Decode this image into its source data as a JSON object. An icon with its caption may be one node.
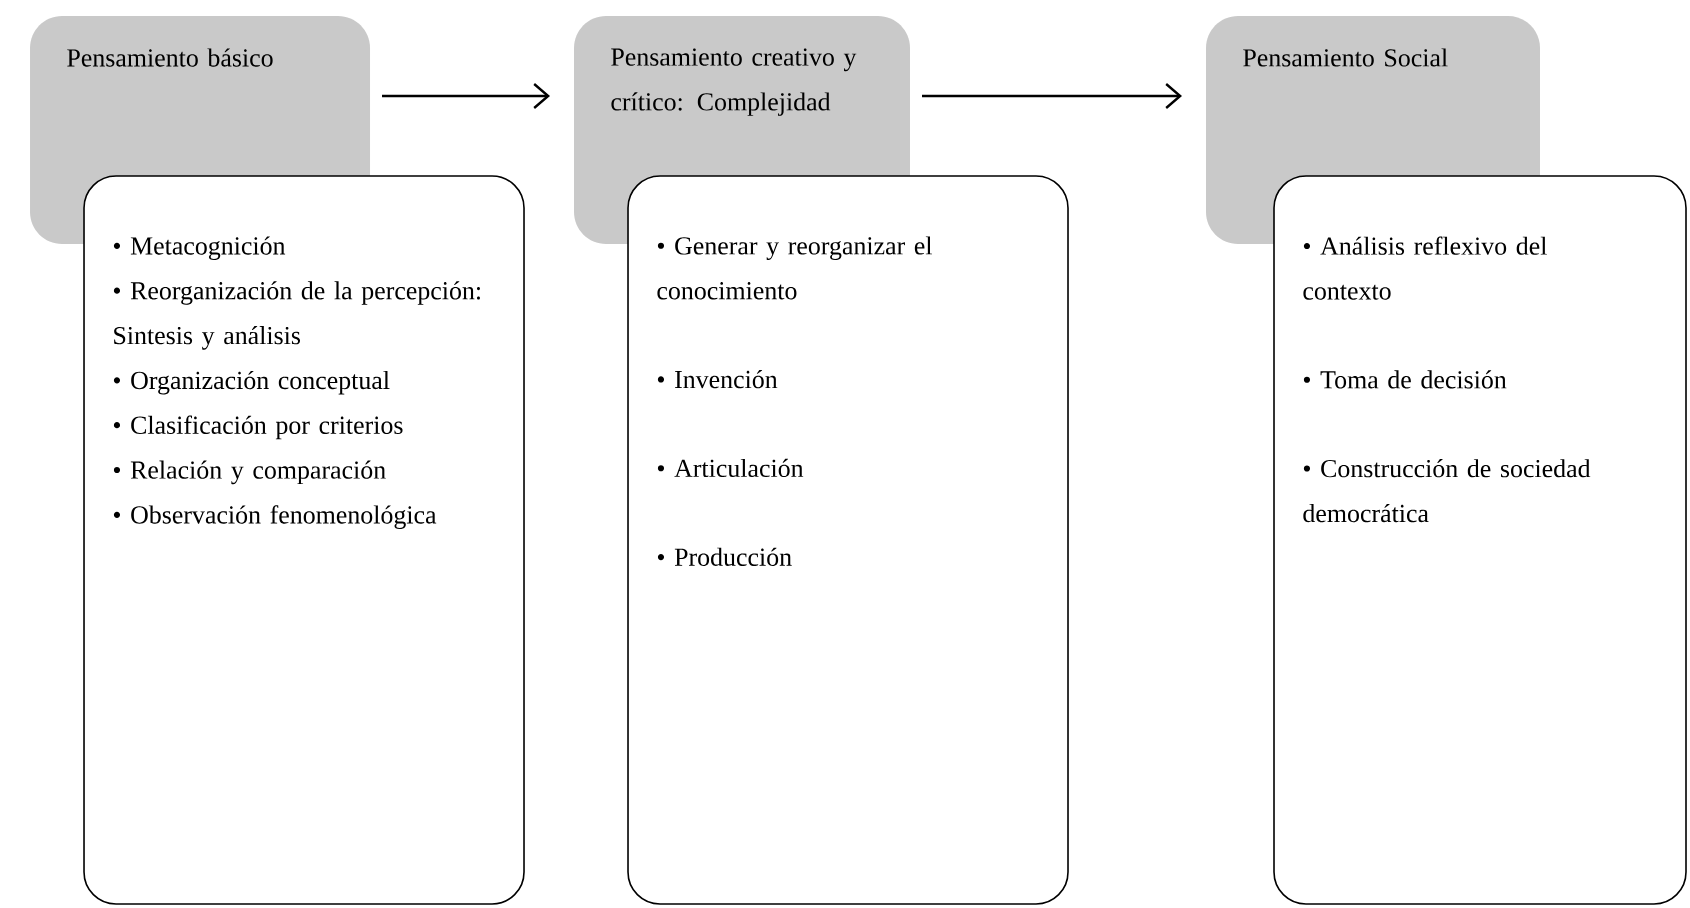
{
  "diagram": {
    "nodes": [
      {
        "text": [
          "Pensamiento básico"
        ]
      },
      {
        "text": [
          "• Metacognición",
          "• Reorganización de la percepción: Sintesis y análisis",
          "• Organización conceptual",
          "• Clasificación por criterios",
          "• Relación y comparación",
          "• Observación fenomenológica"
        ]
      },
      {
        "text": [
          "Pensamiento creativo y crítico: Complejidad"
        ]
      },
      {
        "text": [
          "• Generar y reorganizar el conocimiento",
          "• Invención",
          "• Articulación",
          "• Producción"
        ]
      },
      {
        "text": [
          "Pensamiento Social"
        ]
      },
      {
        "text": [
          "• Análisis reflexivo del contexto",
          "• Toma de decisión",
          "• Construcción de sociedad democrática"
        ]
      }
    ],
    "edges": [
      {
        "from": 0,
        "to": 2,
        "arrow": "to"
      },
      {
        "from": 2,
        "to": 4,
        "arrow": "to"
      }
    ]
  }
}
